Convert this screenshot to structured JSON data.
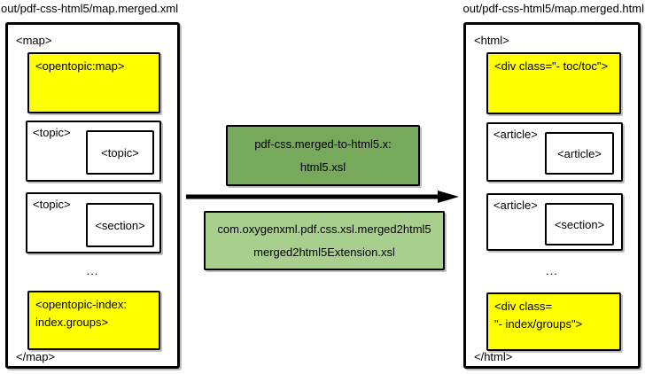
{
  "diagram": {
    "left_panel": {
      "title": "out/pdf-css-html5/map.merged.xml",
      "open_tag": "<map>",
      "close_tag": "</map>",
      "opentopic_map": "<opentopic:map>",
      "topic1_outer": "<topic>",
      "topic1_inner": "<topic>",
      "topic2_outer": "<topic>",
      "topic2_inner": "<section>",
      "ellipsis": "...",
      "index_block": "<opentopic-index:\nindex.groups>"
    },
    "transform": {
      "box1_line1": "pdf-css.merged-to-html5.x:",
      "box1_line2": "html5.xsl",
      "box2_line1": "com.oxygenxml.pdf.css.xsl.merged2html5",
      "box2_line2": "merged2html5Extension.xsl"
    },
    "right_panel": {
      "title": "out/pdf-css-html5/map.merged.html",
      "open_tag": "<html>",
      "close_tag": "</html>",
      "toc_div": "<div class=\"- toc/toc\">",
      "article1_outer": "<article>",
      "article1_inner": "<article>",
      "article2_outer": "<article>",
      "article2_inner": "<section>",
      "ellipsis": "...",
      "index_block": "<div class=\n\"- index/groups\">"
    },
    "colors": {
      "highlight_yellow": "#ffff00",
      "transform_green_dark": "#76a95c",
      "transform_green_light": "#a9cf8e",
      "border_black": "#000000"
    }
  }
}
